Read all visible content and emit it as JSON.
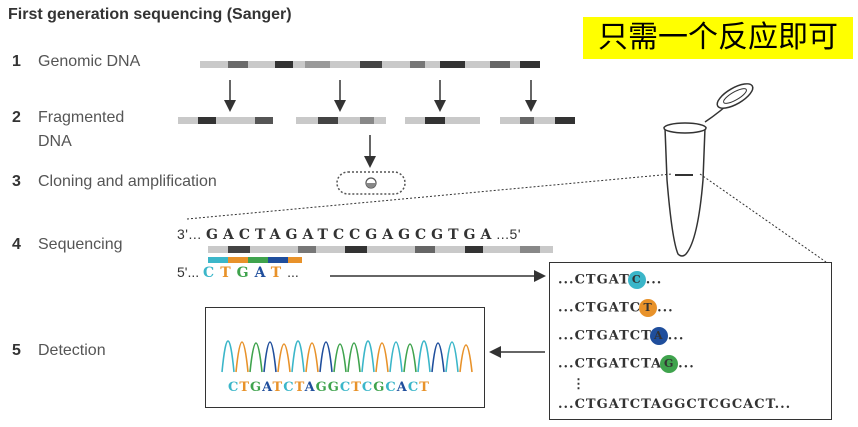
{
  "title": "First generation sequencing (Sanger)",
  "banner": "只需一个反应即可",
  "steps": [
    {
      "num": "1",
      "label": "Genomic DNA"
    },
    {
      "num": "2",
      "label": "Fragmented",
      "label2": "DNA"
    },
    {
      "num": "3",
      "label": "Cloning and amplification"
    },
    {
      "num": "4",
      "label": "Sequencing"
    },
    {
      "num": "5",
      "label": "Detection"
    }
  ],
  "sequencing": {
    "prime3": "3'...",
    "template": "GACTAGATCCGAGCGTGA",
    "end5": "...5'",
    "prime5": "5'...",
    "primer": [
      "C",
      "T",
      "G",
      "A",
      "T"
    ],
    "primer_tail": "..."
  },
  "fragments": [
    {
      "text": "...CTGAT",
      "base": "C",
      "tail": "..."
    },
    {
      "text": "...CTGATC",
      "base": "T",
      "tail": "..."
    },
    {
      "text": "...CTGATCT",
      "base": "A",
      "tail": "..."
    },
    {
      "text": "...CTGATCTA",
      "base": "G",
      "tail": "..."
    },
    {
      "text": "⋮",
      "base": "",
      "tail": ""
    },
    {
      "text": "...CTGATCTAGGCTCGCACT...",
      "base": "",
      "tail": ""
    }
  ],
  "readout": [
    "C",
    "T",
    "G",
    "A",
    "T",
    "C",
    "T",
    "A",
    "G",
    "G",
    "C",
    "T",
    "C",
    "G",
    "C",
    "A",
    "C",
    "T"
  ],
  "colors": {
    "A": "#e8922a",
    "C": "#3bb6c9",
    "G": "#3fa34d",
    "T": "#e8922a",
    "Tdot": "#e8922a",
    "Adot": "#1f4e9c",
    "Cdot": "#3bb6c9",
    "Gdot": "#3fa34d",
    "Ttext": "#e8922a",
    "Atext": "#1f4e9c",
    "Ctext": "#3bb6c9",
    "Gtext": "#3fa34d"
  }
}
